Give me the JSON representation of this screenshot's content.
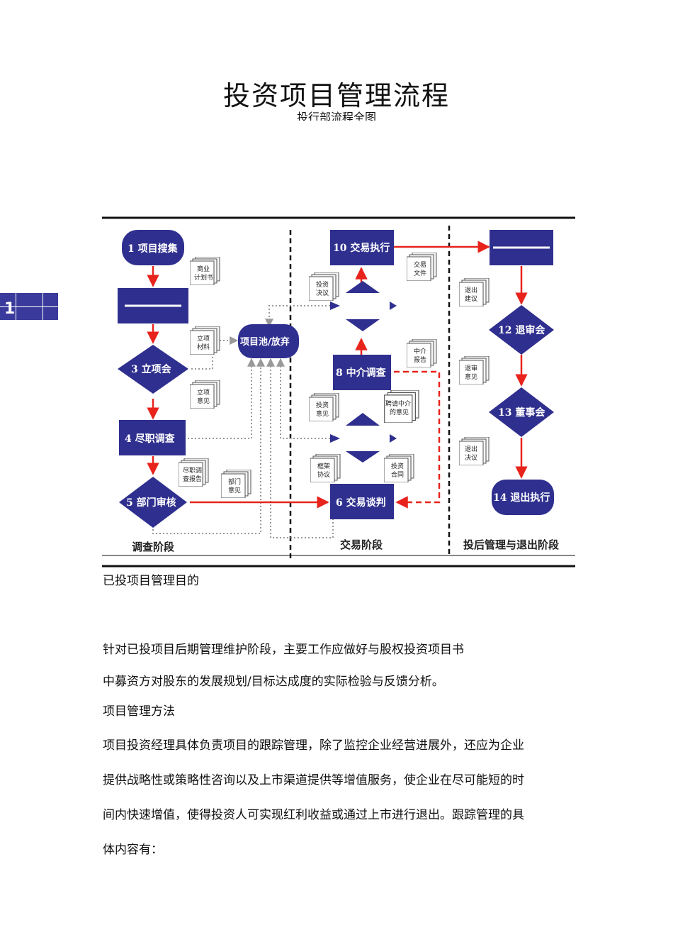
{
  "document": {
    "title": "投资项目管理流程",
    "subtitle": "投行部流程全图",
    "side_badge": "1"
  },
  "flowchart": {
    "nodes": {
      "n1": "1  项目搜集",
      "n3": "3  立项会",
      "n4": "4  尽职调查",
      "n5": "5  部门审核",
      "n6": "6  交易谈判",
      "n8": "8  中介调查",
      "n10": "10  交易执行",
      "n12": "12  退审会",
      "n13": "13  董事会",
      "n14": "14  退出执行",
      "pool": "项目池/放弃"
    },
    "docs": {
      "d1": [
        "商业",
        "计划书"
      ],
      "d2": [
        "立项",
        "材料"
      ],
      "d3": [
        "立项",
        "意见"
      ],
      "d4": [
        "尽职调",
        "查报告"
      ],
      "d5": [
        "部门",
        "意见"
      ],
      "d6": [
        "投资",
        "决议"
      ],
      "d7": [
        "交易",
        "文件"
      ],
      "d8": [
        "中介",
        "报告"
      ],
      "d9": [
        "投资",
        "意见"
      ],
      "d10": [
        "聘请中介",
        "的意见"
      ],
      "d11": [
        "框架",
        "协议"
      ],
      "d12": [
        "投资",
        "合同"
      ],
      "d13": [
        "退出",
        "建议"
      ],
      "d14": [
        "退审",
        "意见"
      ],
      "d15": [
        "退出",
        "决议"
      ]
    },
    "stages": [
      "调查阶段",
      "交易阶段",
      "投后管理与退出阶段"
    ],
    "colors": {
      "node": "#2f2f8f",
      "arrow": "#e8231c",
      "pool": "#2f2f8f"
    }
  },
  "body_text": {
    "heading1": "已投项目管理目的",
    "para1_line1": "针对已投项目后期管理维护阶段，主要工作应做好与股权投资项目书",
    "para1_line2": "中募资方对股东的发展规划/目标达成度的实际检验与反馈分析。",
    "heading2": "项目管理方法",
    "para2_line1": "项目投资经理具体负责项目的跟踪管理，除了监控企业经营进展外，还应为企业",
    "para2_line2": "提供战略性或策略性咨询以及上市渠道提供等增值服务，使企业在尽可能短的时",
    "para2_line3": "间内快速增值，使得投资人可实现红利收益或通过上市进行退出。跟踪管理的具",
    "para2_line4": "体内容有："
  }
}
